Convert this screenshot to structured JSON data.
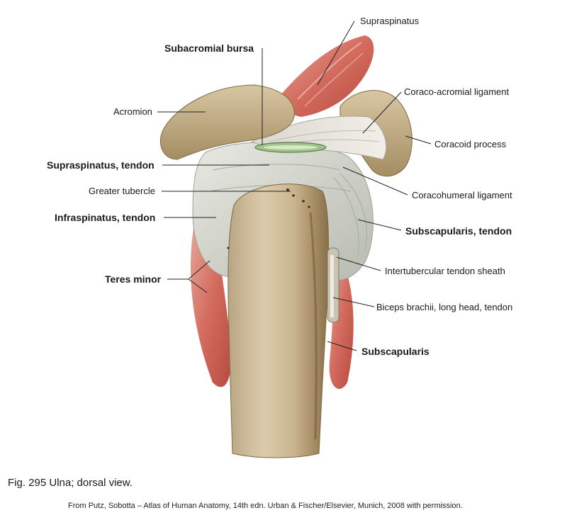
{
  "labels": {
    "supraspinatus": "Supraspinatus",
    "subacromial_bursa": "Subacromial bursa",
    "coraco_acromial_ligament": "Coraco-acromial ligament",
    "acromion": "Acromion",
    "coracoid_process": "Coracoid process",
    "supraspinatus_tendon": "Supraspinatus, tendon",
    "greater_tubercle": "Greater tubercle",
    "coracohumeral_ligament": "Coracohumeral ligament",
    "infraspinatus_tendon": "Infraspinatus, tendon",
    "subscapularis_tendon": "Subscapularis, tendon",
    "intertubercular_sheath": "Intertubercular tendon sheath",
    "teres_minor": "Teres minor",
    "biceps_long_head": "Biceps brachii, long head, tendon",
    "subscapularis": "Subscapularis"
  },
  "caption": "Fig. 295 Ulna; dorsal view.",
  "credit": "From Putz, Sobotta – Atlas of Human Anatomy, 14th edn. Urban & Fischer/Elsevier, Munich, 2008 with permission."
}
